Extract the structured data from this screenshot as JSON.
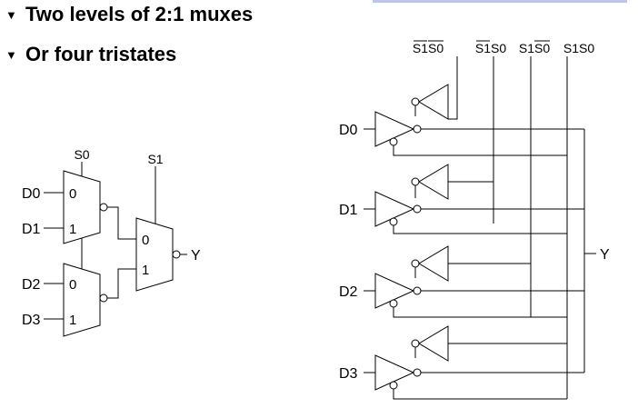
{
  "bullets": [
    {
      "text": "Two levels of 2:1 muxes"
    },
    {
      "text": "Or four tristates"
    }
  ],
  "bullet_icon": "triangle-down-bullet-icon",
  "left_diagram": {
    "select_labels": [
      "S0",
      "S1"
    ],
    "inputs": [
      "D0",
      "D1",
      "D2",
      "D3"
    ],
    "mux_port_labels": {
      "in0": "0",
      "in1": "1"
    },
    "output": "Y"
  },
  "right_diagram": {
    "select_header": [
      "S1S0",
      "S1S0",
      "S1S0",
      "S1S0"
    ],
    "inputs": [
      "D0",
      "D1",
      "D2",
      "D3"
    ],
    "output": "Y"
  }
}
